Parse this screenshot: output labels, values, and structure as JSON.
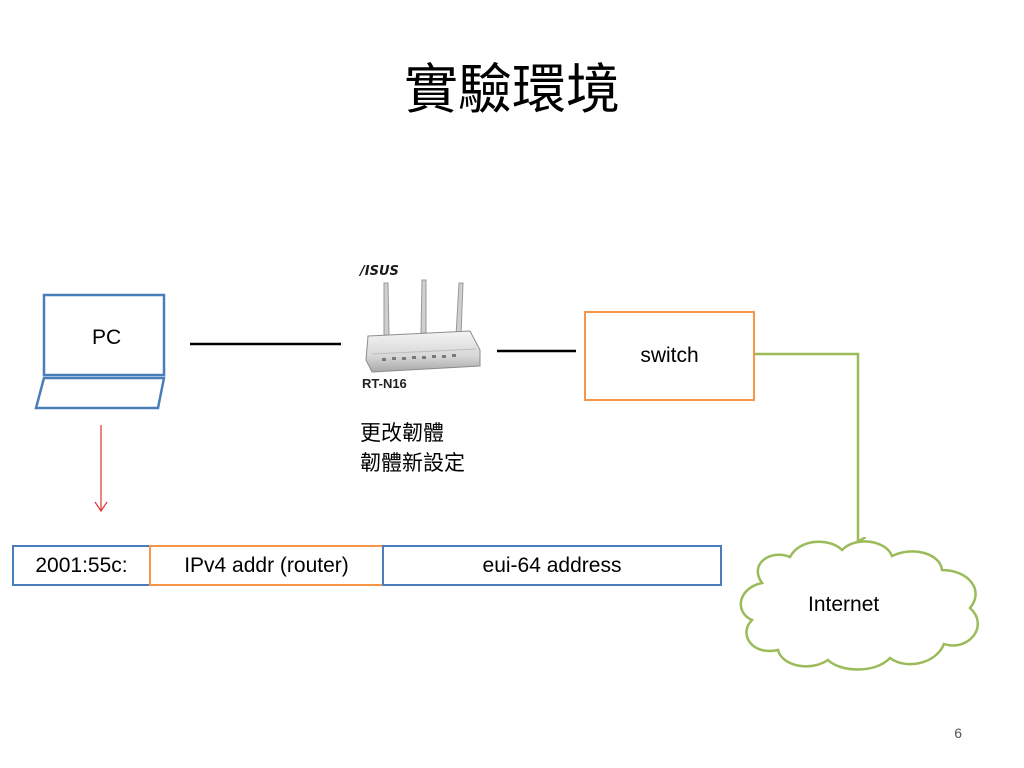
{
  "slide": {
    "title": "實驗環境",
    "page_number": "6"
  },
  "nodes": {
    "pc": "PC",
    "router_brand": "/ISUS",
    "router_model": "RT-N16",
    "switch": "switch",
    "internet": "Internet"
  },
  "router_notes": [
    "更改韌體",
    "韌體新設定"
  ],
  "address_fields": {
    "prefix": "2001:55c:",
    "ipv4": "IPv4 addr (router)",
    "eui64": "eui-64 address"
  },
  "colors": {
    "blue": "#4a7ebb",
    "orange": "#f79646",
    "green": "#9bbb59",
    "red": "#e03030",
    "black": "#000000"
  }
}
